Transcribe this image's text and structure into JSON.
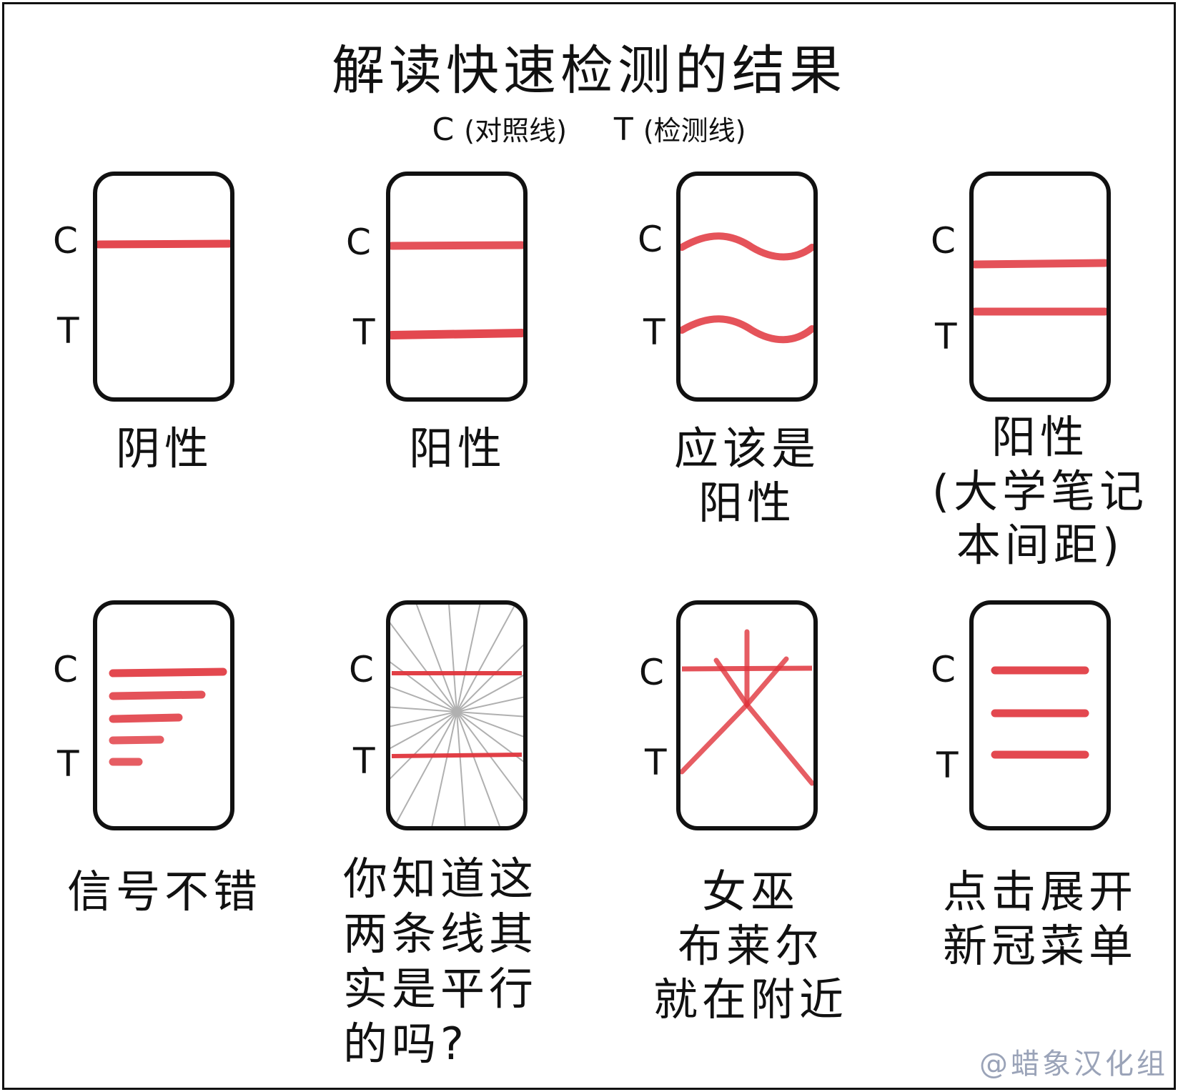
{
  "title": "解读快速检测的结果",
  "subtitle": {
    "c_letter": "C",
    "c_desc": "(对照线)",
    "t_letter": "T",
    "t_desc": "(检测线)"
  },
  "strip_labels": {
    "c": "C",
    "t": "T"
  },
  "panels": [
    {
      "caption": "阴性",
      "drawing": "single control line"
    },
    {
      "caption": "阳性",
      "drawing": "control and test lines"
    },
    {
      "caption": "应该是\n阳性",
      "drawing": "two wavy lines"
    },
    {
      "caption": "阳性\n(大学笔记\n本间距)",
      "drawing": "two lines close together"
    },
    {
      "caption": "信号不错",
      "drawing": "signal-strength bars"
    },
    {
      "caption": "你知道这\n两条线其\n实是平行\n的吗?",
      "drawing": "parallel lines with radiating perspective lines"
    },
    {
      "caption": "女巫\n布莱尔\n就在附近",
      "drawing": "stick figure symbol"
    },
    {
      "caption": "点击展开\n新冠菜单",
      "drawing": "menu icon with three lines"
    }
  ],
  "credit": "@蜡象汉化组",
  "colors": {
    "line_red": "#e0353d",
    "outline": "#111111",
    "perspective_grey": "#b0b0b0"
  }
}
